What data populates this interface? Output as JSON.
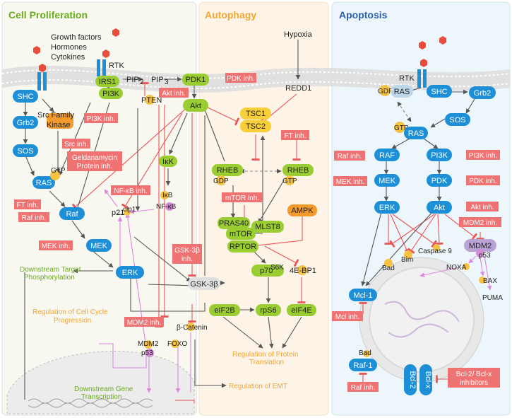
{
  "colors": {
    "proliferation": "#6aaa1e",
    "autophagy": "#f2a531",
    "apoptosis": "#2b5fa8",
    "node_blue": "#1c8fd6",
    "node_green": "#9acd32",
    "node_orange": "#f39b2d",
    "inhibitor": "#f07373"
  },
  "sections": {
    "proliferation": "Cell Proliferation",
    "autophagy": "Autophagy",
    "apoptosis": "Apoptosis"
  },
  "left": {
    "growth_factors": "Growth factors",
    "hormones": "Hormones",
    "cytokines": "Cytokines",
    "rtk": "RTK",
    "shc": "SHC",
    "grb2": "Grb2",
    "sos": "SOS",
    "ras": "RAS",
    "gtp": "GTP",
    "src_line1": "Src Family",
    "src_line2": "Kinase",
    "irs1": "IRS1",
    "pi3k": "PI3K",
    "pip2": "PIP",
    "pip2_sub": "2",
    "pip3": "PIP",
    "pip3_sub": "3",
    "pten": "PTEN",
    "pdk1": "PDK1",
    "akt": "Akt",
    "ikk": "IκK",
    "ikb": "IκB",
    "nfkb": "NF-κB",
    "raf": "Raf",
    "mek": "MEK",
    "erk": "ERK",
    "p21": "p21",
    "p21_sup": "cip1",
    "mdm2": "MDM2",
    "p53": "p53",
    "foxo": "FOXO",
    "gsk3b": "GSK-3β",
    "bcatenin": "β-Catenin",
    "downstream_target_1": "Downstream Target",
    "downstream_target_2": "Phosphorylation",
    "cell_cycle_1": "Regulation of Cell Cycle",
    "cell_cycle_2": "Progression",
    "gene_1": "Downstream Gene",
    "gene_2": "Transcription",
    "inh": {
      "pdk": "PDK inh.",
      "akt": "Akt inh.",
      "pi3k": "PI3K inh.",
      "src": "Src inh.",
      "gelda1": "Geldanamycin",
      "gelda2": "Protein inh.",
      "ft": "FT inh.",
      "raf": "Raf inh.",
      "nfkb": "NF-κB inh.",
      "mek": "MEK inh.",
      "mdm2": "MDM2 inh.",
      "gsk1": "GSK-3β",
      "gsk2": "inh."
    }
  },
  "middle": {
    "hypoxia": "Hypoxia",
    "redd1": "REDD1",
    "tsc1": "TSC1",
    "tsc2": "TSC2",
    "ft_inh": "FT inh.",
    "rheb": "RHEB",
    "gdp": "GDP",
    "gtp": "GTP",
    "mtor_inh": "mTOR inh.",
    "ampk": "AMPK",
    "pras40": "PRAS40",
    "mtor": "mTOR",
    "mlst8": "MLST8",
    "rptor": "RPTOR",
    "p70": "p70",
    "p70_sup": "S6K",
    "ebp1": "4E-BP1",
    "rps6": "rpS6",
    "eif4e": "eIF4E",
    "eif2b": "eIF2B",
    "protein_1": "Regulation of Protein",
    "protein_2": "Translation",
    "emt": "Regulation of EMT"
  },
  "right": {
    "rtk": "RTK",
    "gdp": "GDP",
    "ras": "RAS",
    "shc": "SHC",
    "grb2": "Grb2",
    "sos": "SOS",
    "gtp": "GTP",
    "raf": "RAF",
    "pi3k": "PI3K",
    "mek": "MEK",
    "pdk": "PDK",
    "erk": "ERK",
    "akt": "Akt",
    "mdm2": "MDM2",
    "p53": "p53",
    "noxa": "NOXA",
    "bax": "BAX",
    "puma": "PUMA",
    "bad": "Bad",
    "bim": "Bim",
    "caspase9": "Caspase 9",
    "mcl1": "Mcl-1",
    "raf1": "Raf-1",
    "bcl2": "Bcl-2",
    "bclx": "Bcl-x",
    "inh": {
      "raf": "Raf inh.",
      "pi3k": "PI3K inh.",
      "mek": "MEK inh.",
      "pdk": "PDK inh.",
      "akt": "Akt inh.",
      "mdm2": "MDM2 inh.",
      "mcl": "Mcl inh.",
      "raf2": "Raf inh.",
      "bcl1": "Bcl-2/ Bcl-x",
      "bcl2": "inhibitors"
    }
  }
}
